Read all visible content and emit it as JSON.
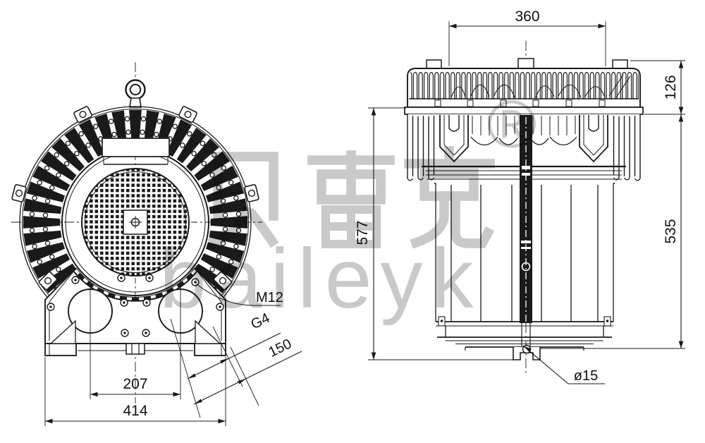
{
  "drawing": {
    "line_color": "#1a1a1a",
    "watermark": {
      "cjk": "贝雷克",
      "latin": "baileyk",
      "registered": "®",
      "color": "#c9c9c9"
    },
    "front_view": {
      "labels": {
        "port_spacing": "207",
        "overall_width": "414",
        "bolt_thread": "M12",
        "port_thread": "G4",
        "diagonal": "150"
      }
    },
    "side_view": {
      "labels": {
        "cover_width": "360",
        "cover_height": "126",
        "overall_height": "577",
        "body_height": "535",
        "foot_hole": "ø15"
      }
    }
  }
}
